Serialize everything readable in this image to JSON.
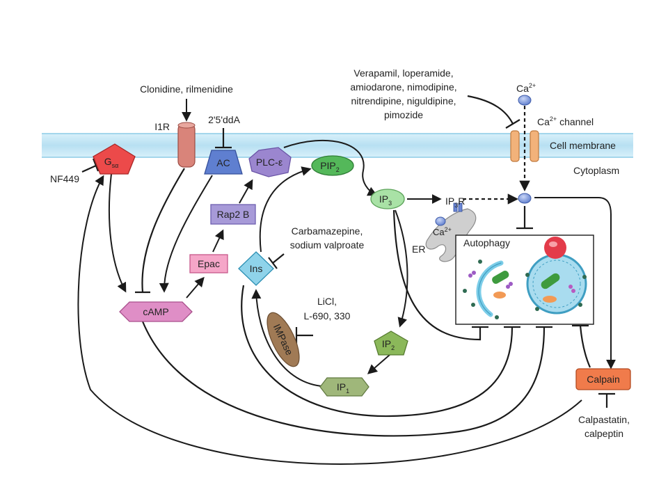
{
  "drugs": {
    "clonidine": "Clonidine, rilmenidine",
    "ddA": "2'5'ddA",
    "verapamil": [
      "Verapamil, loperamide,",
      "amiodarone, nimodipine,",
      "nitrendipine, niguldipine,",
      "pimozide"
    ],
    "nf449": "NF449",
    "carbamazepine": [
      "Carbamazepine,",
      "sodium valproate"
    ],
    "licl": [
      "LiCl,",
      "L-690, 330"
    ],
    "calpastatin": [
      "Calpastatin,",
      "calpeptin"
    ]
  },
  "labels": {
    "i1r": "I1R",
    "cell_membrane": "Cell membrane",
    "cytoplasm": "Cytoplasm",
    "ca_channel": "channel",
    "ca": "Ca",
    "ca_charge": "2+",
    "er": "ER",
    "ip3r_main": "IP",
    "ip3r_sub": "3",
    "ip3r_suffix": "R",
    "autophagy": "Autophagy"
  },
  "nodes": {
    "gs_main": "G",
    "gs_sub": "sα",
    "ac": "AC",
    "plc": "PLC-ε",
    "pip_main": "PIP",
    "pip_sub": "2",
    "ip3_main": "IP",
    "ip3_sub": "3",
    "ip2_main": "IP",
    "ip2_sub": "2",
    "ip1_main": "IP",
    "ip1_sub": "1",
    "rap2b": "Rap2 B",
    "epac": "Epac",
    "ins": "Ins",
    "camp": "cAMP",
    "impase": "IMPase",
    "calpain": "Calpain"
  },
  "colors": {
    "membrane": "#bfe3f3",
    "membrane_edge": "#7cc4e4",
    "gs": "#ec4a4a",
    "i1r": "#d9847a",
    "ac": "#5f7fd0",
    "plc": "#9b86cf",
    "pip": "#54b85a",
    "ip3": "#a9e2a6",
    "rap2b": "#a79ad8",
    "epac": "#f5a6c8",
    "ins": "#8fd3ea",
    "camp": "#df8ec6",
    "impase": "#a07a55",
    "ip2": "#8bb85a",
    "ip1": "#9fb77a",
    "calpain": "#f07b4b",
    "channel": "#f2b27a",
    "ca_ion": "#6b86d4"
  }
}
